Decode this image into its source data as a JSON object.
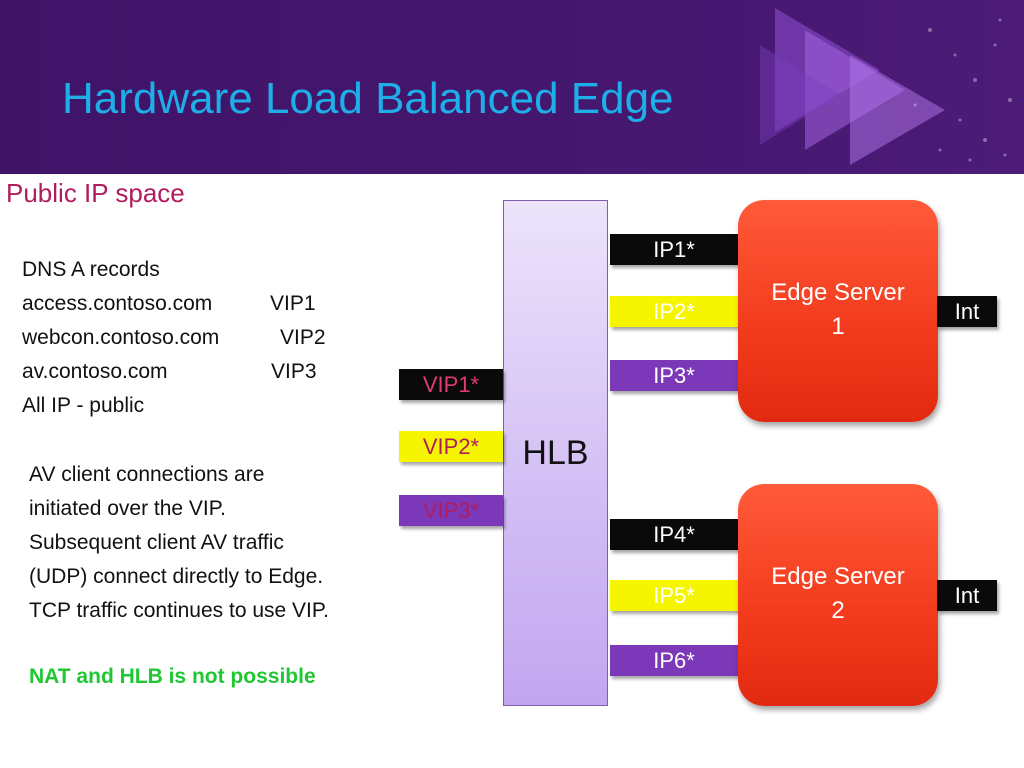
{
  "slide": {
    "title": "Hardware Load Balanced Edge",
    "subheading": "Public IP space"
  },
  "dns_records": {
    "heading": "DNS A records",
    "rows": [
      {
        "host": "access.contoso.com",
        "vip": "VIP1"
      },
      {
        "host": "webcon.contoso.com",
        "vip": "VIP2"
      },
      {
        "host": "av.contoso.com",
        "vip": "VIP3"
      }
    ],
    "footer": "All IP  - public"
  },
  "av_note": [
    "AV client connections are",
    "initiated over the VIP.",
    "Subsequent client AV traffic",
    "(UDP) connect directly to Edge.",
    "TCP traffic continues to use VIP."
  ],
  "warning": "NAT and HLB is not possible",
  "hlb_label": "HLB",
  "vips": [
    "VIP1*",
    "VIP2*",
    "VIP3*"
  ],
  "server_ips": [
    "IP1*",
    "IP2*",
    "IP3*",
    "IP4*",
    "IP5*",
    "IP6*"
  ],
  "servers": [
    {
      "line1": "Edge Server",
      "line2": "1",
      "int": "Int"
    },
    {
      "line1": "Edge Server",
      "line2": "2",
      "int": "Int"
    }
  ],
  "colors": {
    "banner": "#45176f",
    "title": "#1eaee8",
    "subheading": "#b01d5e",
    "warning": "#1fc832",
    "server": "#f23a1c",
    "hlb": "#d6c3f5"
  }
}
